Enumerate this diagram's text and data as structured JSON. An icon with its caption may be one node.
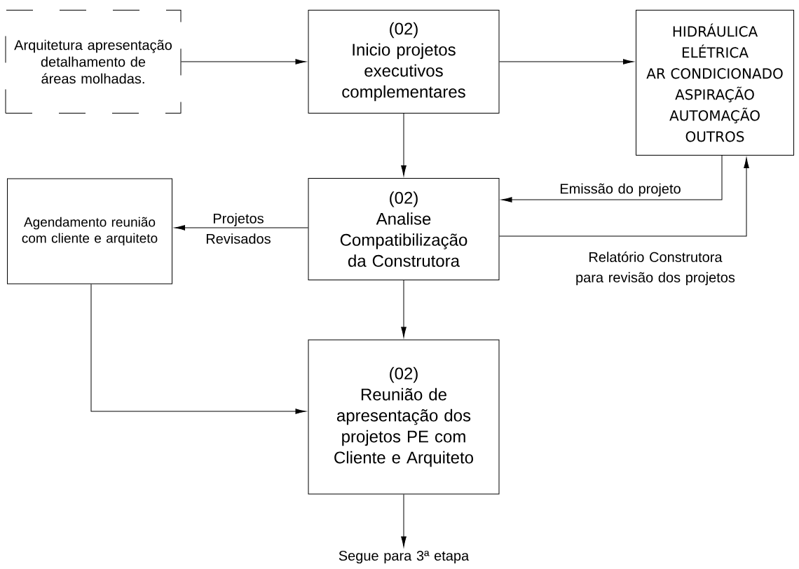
{
  "diagram": {
    "nodes": [
      {
        "text": [
          "Arquitetura apresentação detalhamento de áreas molhadas."
        ]
      },
      {
        "text": [
          "(02)",
          "Inicio projetos executivos complementares"
        ]
      },
      {
        "text": [
          "HIDRÁULICA",
          "ELÉTRICA",
          "AR CONDICIONADO",
          "ASPIRAÇÃO",
          "AUTOMAÇÃO",
          "OUTROS"
        ]
      },
      {
        "text": [
          "Agendamento reunião com cliente e arquiteto"
        ]
      },
      {
        "text": [
          "(02)",
          "Analise Compatibilização da Construtora"
        ]
      },
      {
        "text": [
          "(02)",
          "Reunião de apresentação dos projetos PE com Cliente e Arquiteto"
        ]
      },
      {
        "text": [
          "Segue para 3ª etapa"
        ]
      }
    ],
    "edges": [
      {
        "from": 0,
        "to": 1,
        "arrow": "to"
      },
      {
        "from": 1,
        "to": 2,
        "arrow": "to"
      },
      {
        "from": 1,
        "to": 4,
        "arrow": "to"
      },
      {
        "from": 2,
        "to": 4,
        "arrow": "to",
        "label": "Emissão do projeto"
      },
      {
        "from": 4,
        "to": 2,
        "arrow": "to",
        "label": "Relatório Construtora para revisão dos projetos"
      },
      {
        "from": 4,
        "to": 3,
        "arrow": "to",
        "label": "Projetos Revisados"
      },
      {
        "from": 4,
        "to": 5,
        "arrow": "to"
      },
      {
        "from": 3,
        "to": 5,
        "arrow": "to"
      },
      {
        "from": 5,
        "to": 6,
        "arrow": "to"
      }
    ]
  }
}
